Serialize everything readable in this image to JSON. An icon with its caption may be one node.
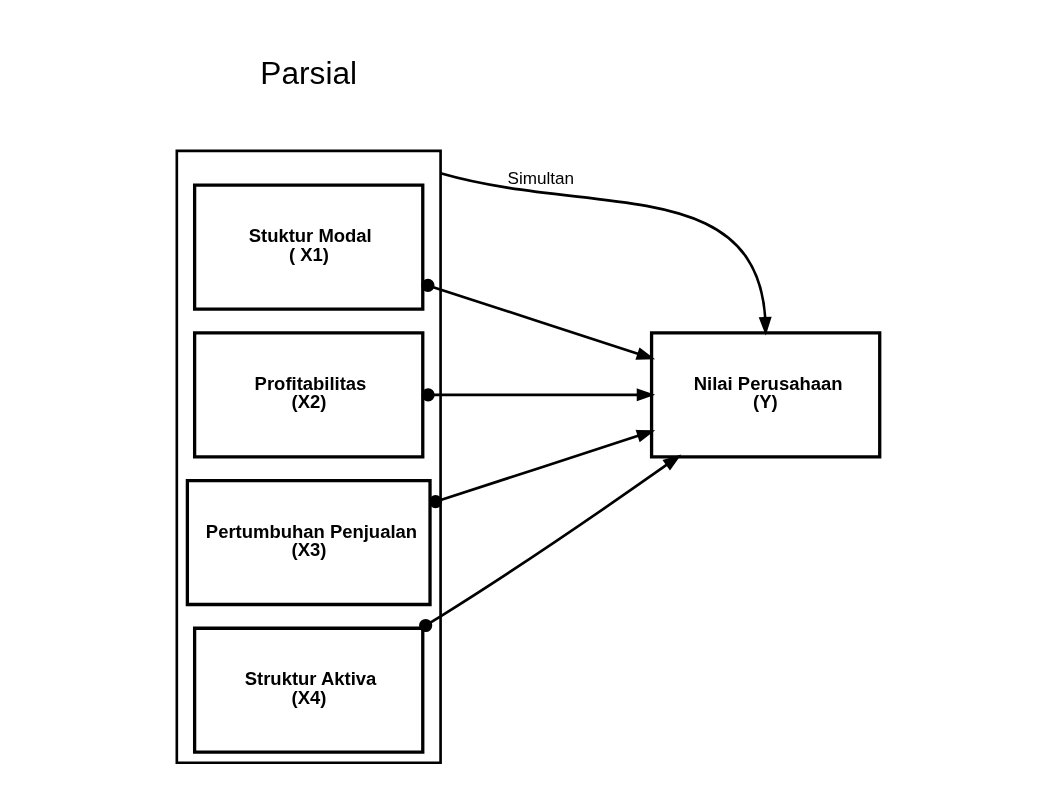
{
  "diagram": {
    "nodes": [
      {
        "text": [],
        "shape": "box"
      },
      {
        "text": [
          "Stuktur Modal",
          "( X1)"
        ],
        "in": 0
      },
      {
        "text": [
          "Profitabilitas",
          "(X2)"
        ],
        "in": 0
      },
      {
        "text": [
          "Pertumbuhan Penjualan",
          "(X3)"
        ],
        "in": 0
      },
      {
        "text": [
          "Struktur Aktiva",
          "(X4)"
        ],
        "in": 0
      },
      {
        "text": [
          "Nilai Perusahaan",
          "(Y)"
        ]
      }
    ],
    "edges": [
      {
        "from": 0,
        "to": 5,
        "arrow": "to",
        "label": "Simultan"
      },
      {
        "from": 1,
        "to": 5,
        "arrow": "to"
      },
      {
        "from": 2,
        "to": 5,
        "arrow": "to"
      },
      {
        "from": 3,
        "to": 5,
        "arrow": "to"
      },
      {
        "from": 4,
        "to": 5,
        "arrow": "to"
      }
    ],
    "labels": [
      "Parsial"
    ]
  }
}
